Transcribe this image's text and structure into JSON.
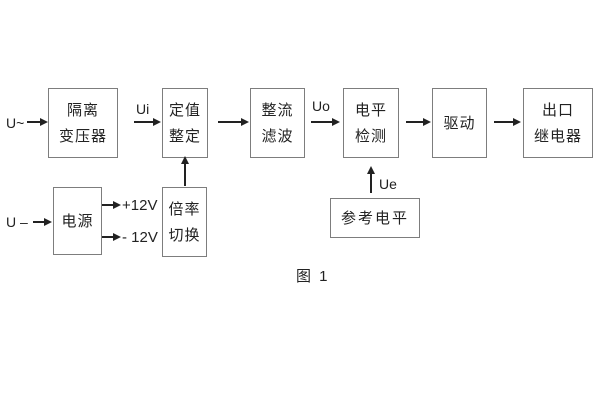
{
  "figure": {
    "caption": "图 1",
    "colors": {
      "background": "#ffffff",
      "box_border": "#7d7d7d",
      "text": "#222222",
      "arrow": "#222222"
    },
    "inputs": {
      "ac": "U~",
      "dc": "U –"
    },
    "signals": {
      "ui": "Ui",
      "uo": "Uo",
      "ue": "Ue",
      "plus_12v": "+12V",
      "minus_12v": "- 12V"
    },
    "blocks": {
      "isolation_transformer": {
        "line1": "隔离",
        "line2": "变压器"
      },
      "setting_adjustment": {
        "line1": "定值",
        "line2": "整定"
      },
      "rectifier_filter": {
        "line1": "整流",
        "line2": "滤波"
      },
      "level_detection": {
        "line1": "电平",
        "line2": "检测"
      },
      "drive": {
        "line1": "驱动"
      },
      "output_relay": {
        "line1": "出口",
        "line2": "继电器"
      },
      "power_supply": {
        "line1": "电源"
      },
      "ratio_switching": {
        "line1": "倍率",
        "line2": "切换"
      },
      "reference_level": {
        "line1": "参考电平"
      }
    }
  }
}
